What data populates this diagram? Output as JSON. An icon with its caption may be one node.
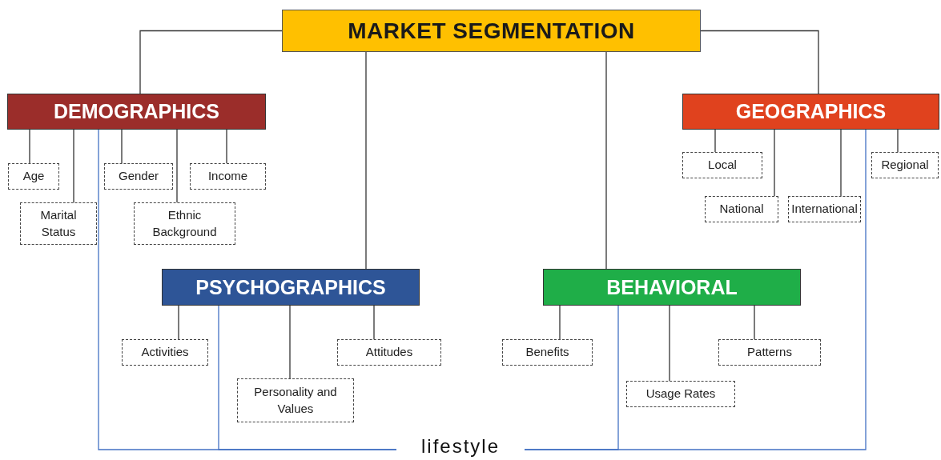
{
  "diagram": {
    "nodes": [
      {
        "text": [
          "MARKET SEGMENTATION"
        ]
      },
      {
        "text": [
          "DEMOGRAPHICS"
        ]
      },
      {
        "text": [
          "Age"
        ]
      },
      {
        "text": [
          "Gender"
        ]
      },
      {
        "text": [
          "Income"
        ]
      },
      {
        "text": [
          "Marital Status"
        ]
      },
      {
        "text": [
          "Ethnic Background"
        ]
      },
      {
        "text": [
          "GEOGRAPHICS"
        ]
      },
      {
        "text": [
          "Local"
        ]
      },
      {
        "text": [
          "Regional"
        ]
      },
      {
        "text": [
          "National"
        ]
      },
      {
        "text": [
          "International"
        ]
      },
      {
        "text": [
          "PSYCHOGRAPHICS"
        ]
      },
      {
        "text": [
          "Activities"
        ]
      },
      {
        "text": [
          "Attitudes"
        ]
      },
      {
        "text": [
          "Personality and Values"
        ]
      },
      {
        "text": [
          "BEHAVIORAL"
        ]
      },
      {
        "text": [
          "Benefits"
        ]
      },
      {
        "text": [
          "Patterns"
        ]
      },
      {
        "text": [
          "Usage Rates"
        ]
      },
      {
        "text": [
          "lifestyle"
        ]
      }
    ],
    "edges": [
      {
        "from": 0,
        "to": 1,
        "arrow": "none"
      },
      {
        "from": 0,
        "to": 7,
        "arrow": "none"
      },
      {
        "from": 0,
        "to": 12,
        "arrow": "none"
      },
      {
        "from": 0,
        "to": 16,
        "arrow": "none"
      },
      {
        "from": 1,
        "to": 2,
        "arrow": "none"
      },
      {
        "from": 1,
        "to": 3,
        "arrow": "none"
      },
      {
        "from": 1,
        "to": 4,
        "arrow": "none"
      },
      {
        "from": 1,
        "to": 5,
        "arrow": "none"
      },
      {
        "from": 1,
        "to": 6,
        "arrow": "none"
      },
      {
        "from": 7,
        "to": 8,
        "arrow": "none"
      },
      {
        "from": 7,
        "to": 9,
        "arrow": "none"
      },
      {
        "from": 7,
        "to": 10,
        "arrow": "none"
      },
      {
        "from": 7,
        "to": 11,
        "arrow": "none"
      },
      {
        "from": 12,
        "to": 13,
        "arrow": "none"
      },
      {
        "from": 12,
        "to": 14,
        "arrow": "none"
      },
      {
        "from": 12,
        "to": 15,
        "arrow": "none"
      },
      {
        "from": 16,
        "to": 17,
        "arrow": "none"
      },
      {
        "from": 16,
        "to": 18,
        "arrow": "none"
      },
      {
        "from": 16,
        "to": 19,
        "arrow": "none"
      },
      {
        "from": 20,
        "to": 1,
        "arrow": "none",
        "color": "#4472c4"
      },
      {
        "from": 20,
        "to": 12,
        "arrow": "none",
        "color": "#4472c4"
      },
      {
        "from": 20,
        "to": 16,
        "arrow": "none",
        "color": "#4472c4"
      },
      {
        "from": 20,
        "to": 7,
        "arrow": "none",
        "color": "#4472c4"
      }
    ]
  }
}
